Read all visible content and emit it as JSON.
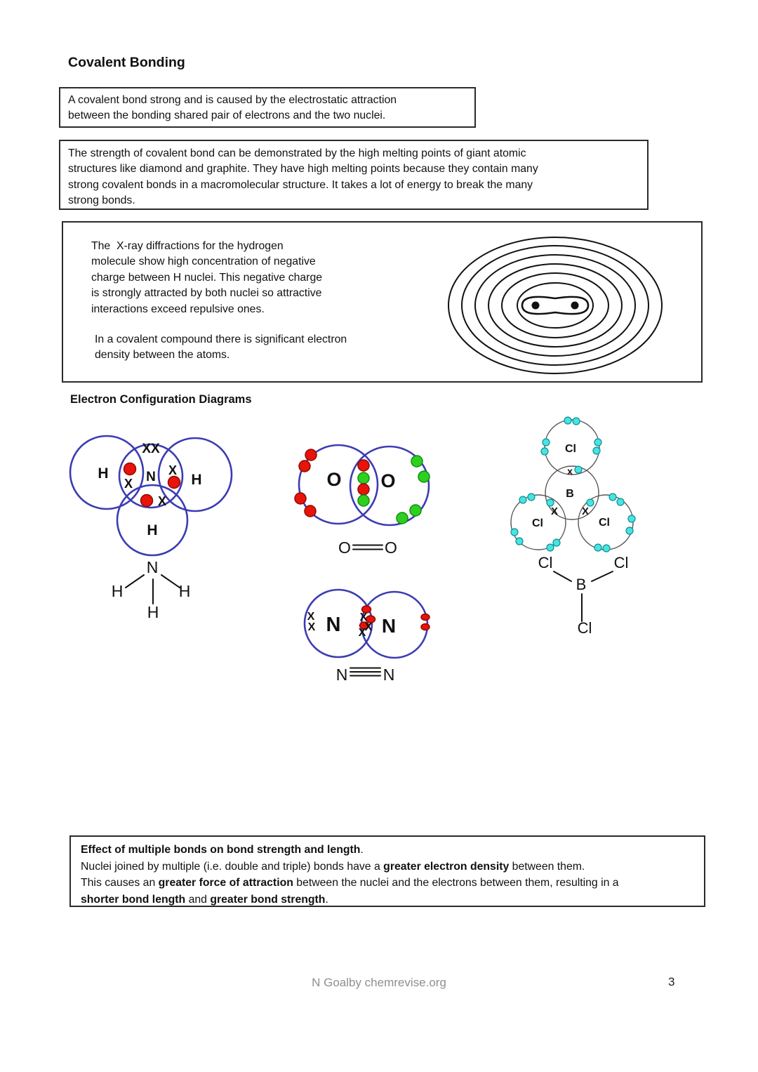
{
  "page": {
    "title": "Covalent Bonding",
    "footer": {
      "credit": "N Goalby chemrevise.org",
      "page_number": "3"
    }
  },
  "headings": {
    "electron_config": "Electron Configuration Diagrams"
  },
  "boxes": {
    "definition": "A covalent bond strong and is caused by the electrostatic attraction\nbetween the bonding shared pair of electrons and the two nuclei.",
    "strength": "The strength of covalent bond can be demonstrated by the high melting points of giant atomic\nstructures like diamond and graphite. They have high melting points because they contain many\nstrong covalent bonds in a macromolecular structure. It takes a lot of energy to break the many\nstrong bonds.",
    "xray_p1": "The  X-ray diffractions for the hydrogen\nmolecule show high concentration of negative\ncharge between H nuclei. This negative charge\nis strongly attracted by both nuclei so attractive\ninteractions exceed repulsive ones.",
    "xray_p2": "In a covalent compound there is significant electron\ndensity between the atoms."
  },
  "multiple_bonds": {
    "heading_bold": "Effect of multiple bonds on bond strength and length",
    "heading_tail": ".",
    "l2a": "Nuclei joined by multiple (i.e. double and triple) bonds have a ",
    "l2b": "greater electron density",
    "l2c": " between them.",
    "l3a": "This causes an ",
    "l3b": "greater force of attraction",
    "l3c": " between the nuclei and the electrons between them, resulting in a ",
    "l4a": "shorter bond length",
    "l4b": " and ",
    "l4c": "greater bond strength",
    "l4d": "."
  },
  "diagrams": {
    "ammonia": {
      "h_labels": [
        "H",
        "H",
        "H"
      ],
      "center_label": "N",
      "lone_pair": "XX",
      "shared_x": "X",
      "structural": {
        "center": "N",
        "h": [
          "H",
          "H",
          "H"
        ]
      }
    },
    "oxygen": {
      "left_label": "O",
      "right_label": "O",
      "structural": {
        "left": "O",
        "right": "O"
      }
    },
    "nitrogen": {
      "left_label": "N",
      "right_label": "N",
      "x_mark": "X",
      "structural": {
        "left": "N",
        "right": "N"
      }
    },
    "bcl3": {
      "top_label": "Cl",
      "center_label": "B",
      "bottom_left_label": "Cl",
      "bottom_right_label": "Cl",
      "x_top": "x",
      "x_left": "X",
      "x_right": "X",
      "structural": {
        "top_left": "Cl",
        "top_right": "Cl",
        "center": "B",
        "bottom": "Cl"
      }
    }
  },
  "colors": {
    "circle_blue": "#3c3cb4",
    "electron_red": "#e81309",
    "electron_green": "#2dd01f",
    "electron_cyan": "#49e3e3",
    "bcl3_circle_grey": "#555555",
    "footer_grey": "#8f8f8f"
  }
}
